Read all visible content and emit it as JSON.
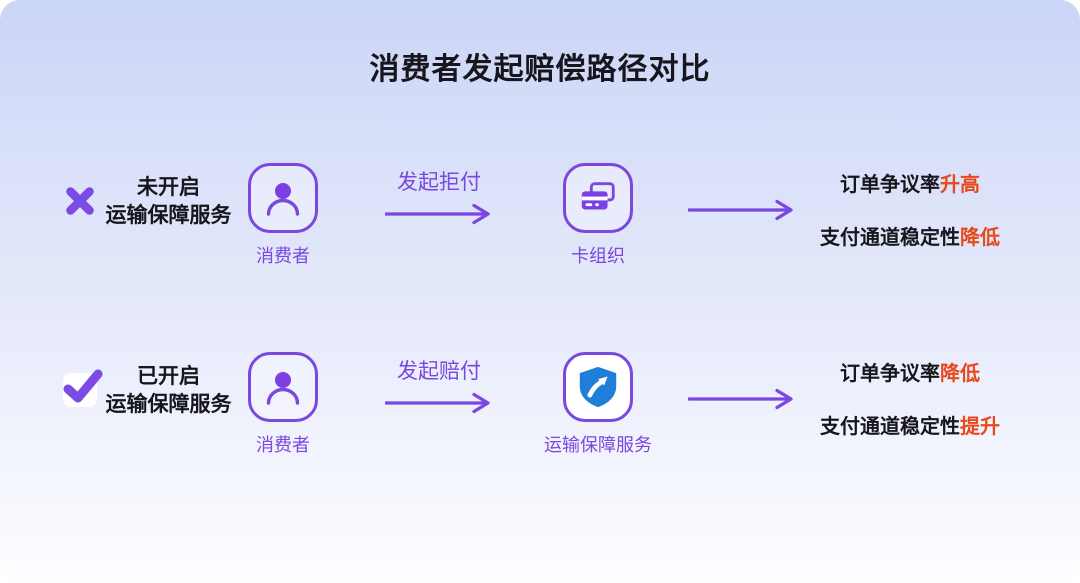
{
  "title": "消费者发起赔偿路径对比",
  "colors": {
    "accent_purple": "#7A47DF",
    "highlight_red": "#E8491C",
    "shield_blue": "#1F7FD8",
    "text_ink": "#16161C"
  },
  "rows": [
    {
      "status_icon": "cross-icon",
      "status_lines": [
        "未开启",
        "运输保障服务"
      ],
      "actor": {
        "icon": "person-icon",
        "label": "消费者"
      },
      "action_label": "发起拒付",
      "target": {
        "icon": "card-icon",
        "label": "卡组织"
      },
      "outcomes": [
        {
          "prefix": "订单争议率",
          "highlight": "升高"
        },
        {
          "prefix": "支付通道稳定性",
          "highlight": "降低"
        }
      ]
    },
    {
      "status_icon": "check-icon",
      "status_lines": [
        "已开启",
        "运输保障服务"
      ],
      "actor": {
        "icon": "person-icon",
        "label": "消费者"
      },
      "action_label": "发起赔付",
      "target": {
        "icon": "shield-icon",
        "label": "运输保障服务"
      },
      "outcomes": [
        {
          "prefix": "订单争议率",
          "highlight": "降低"
        },
        {
          "prefix": "支付通道稳定性",
          "highlight": "提升"
        }
      ]
    }
  ]
}
